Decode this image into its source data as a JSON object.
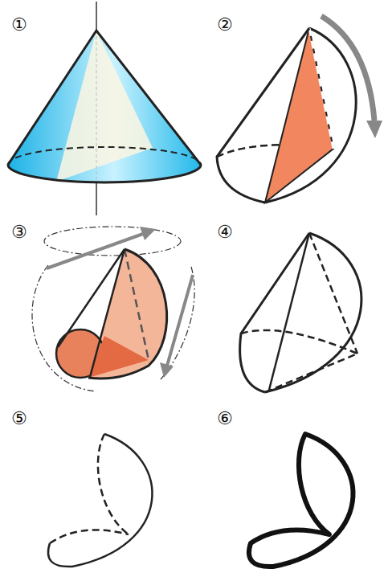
{
  "diagram": {
    "labels": [
      "①",
      "②",
      "③",
      "④",
      "⑤",
      "⑥"
    ]
  }
}
